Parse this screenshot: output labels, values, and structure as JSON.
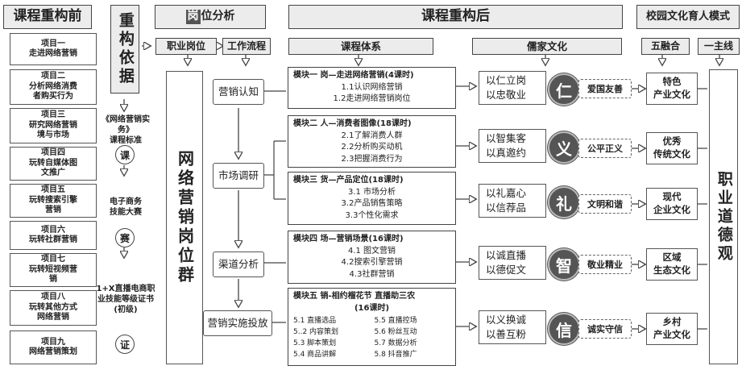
{
  "headers": {
    "before": "课程重构前",
    "basis": "重构依据",
    "job_analysis_main": "岗",
    "job_analysis_rest": "位分析",
    "after": "课程重构后",
    "campus": "校园文化育人模式"
  },
  "subheaders": {
    "job": "职业岗位",
    "workflow": "工作流程",
    "system": "课程体系",
    "confucian": "儒家文化",
    "five": "五融合",
    "one": "一主线"
  },
  "before_items": [
    "项目一\n走进网络营销",
    "项目二\n分析网络消费\n者购买行为",
    "项目三\n研究网络营销\n境与市场",
    "项目四\n玩转自媒体图\n文推广",
    "项目五\n玩转搜索引擎\n营销",
    "项目六\n玩转社群营销",
    "项目七\n玩转短视频营\n销",
    "项目八\n玩转其他方式\n网络营销",
    "项目九\n网络营销策划"
  ],
  "basis_texts": {
    "standard": "《网络营销实务》\n课程标准",
    "standard_seal": "课",
    "contest": "电子商务\n技能大赛",
    "contest_seal": "赛",
    "cert": "1+X直播电商职\n业技能等级证书\n(初级)",
    "cert_seal": "证"
  },
  "job_group": "网络营销岗位群",
  "workflow_steps": [
    "营销认知",
    "市场调研",
    "渠道分析",
    "营销实施投放"
  ],
  "modules": [
    {
      "title": "模块一  岗—走进网络营销(4课时)",
      "items": [
        "1.1认识网络营销",
        "1.2走进网络营销岗位"
      ]
    },
    {
      "title": "模块二  人—消费者图像(18课时)",
      "items": [
        "2.1了解消费人群",
        "2.2分析购买动机",
        "2.3把握消费行为"
      ]
    },
    {
      "title": "模块三  货—产品定位(18课时)",
      "items": [
        "3.1 市场分析",
        "3.2产品销售策略",
        "3.3个性化需求"
      ]
    },
    {
      "title": "模块四  场—营销场景(16课时)",
      "items": [
        "4.1 图文营销",
        "4.2搜索引擎营销",
        "4.3社群营销"
      ]
    }
  ],
  "module5": {
    "title": "模块五  销-相约榴花节  直播助三农",
    "hours": "(16课时)",
    "items": [
      "5.1 直播选品",
      "5.5 直播控场",
      "5..2 内容策划",
      "5.6 粉丝互动",
      "5.3 脚本策划",
      "5.7 数据分析",
      "5.4 商品讲解",
      "5.8 抖音推广"
    ]
  },
  "virtue_pairs": [
    [
      "以仁立岗",
      "以忠敬业"
    ],
    [
      "以智集客",
      "以真邀约"
    ],
    [
      "以礼嘉心",
      "以信荐品"
    ],
    [
      "以诚直播",
      "以德促文"
    ],
    [
      "以义换诚",
      "以善互粉"
    ]
  ],
  "virtues": [
    "仁",
    "义",
    "礼",
    "智",
    "信"
  ],
  "values": [
    "爱国友善",
    "公平正义",
    "文明和谐",
    "敬业精业",
    "诚实守信"
  ],
  "five_fusions": [
    "特色\n产业文化",
    "优秀\n传统文化",
    "现代\n企业文化",
    "区域\n生态文化",
    "乡村\n产业文化"
  ],
  "main_line": "职业道德观"
}
